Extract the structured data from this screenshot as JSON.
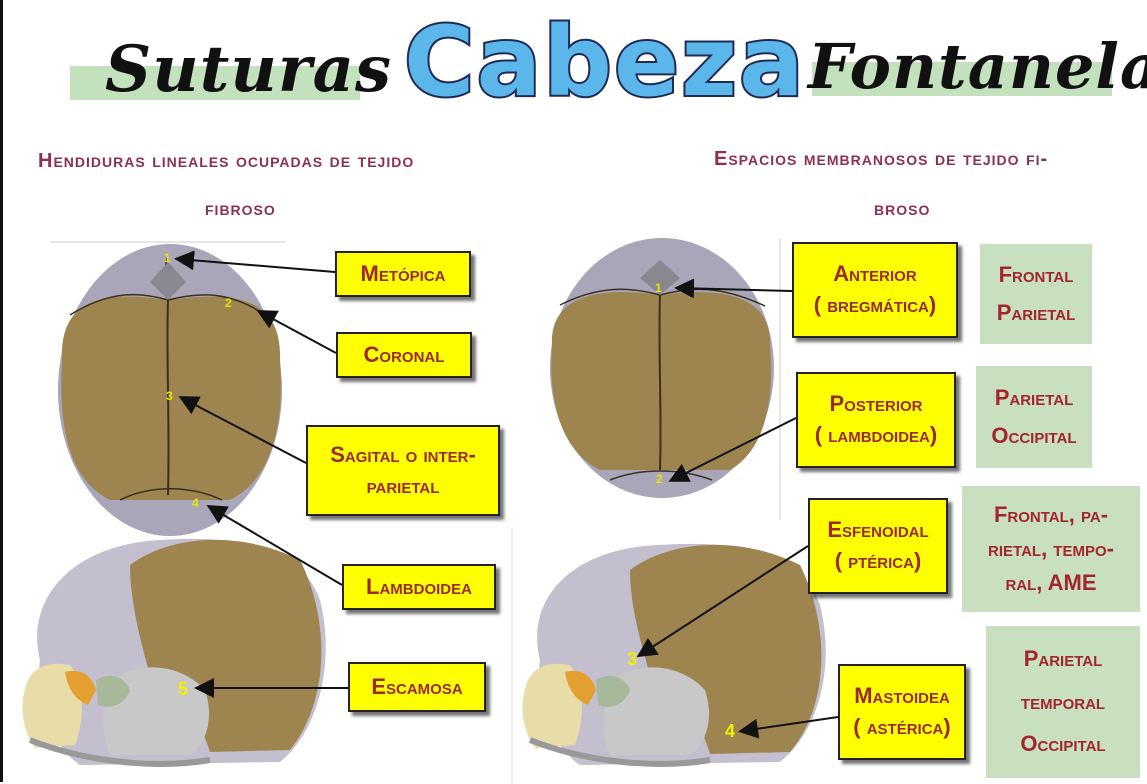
{
  "header": {
    "left_script": "Suturas",
    "main_title": "Cabeza",
    "right_script": "Fontanelas"
  },
  "subtitles": {
    "left": [
      "Hendiduras lineales ocupadas de tejido",
      "fibroso"
    ],
    "right": [
      "Espacios membranosos de tejido fi-",
      "broso"
    ]
  },
  "sutures": [
    {
      "number": "1",
      "label": "Metópica"
    },
    {
      "number": "2",
      "label": "Coronal"
    },
    {
      "number": "3",
      "label": "Sagital o inter-\nparietal"
    },
    {
      "number": "4",
      "label": "Lambdoidea"
    },
    {
      "number": "5",
      "label": "Escamosa"
    }
  ],
  "fontanelles": [
    {
      "number": "1",
      "label": "Anterior\n( bregmática)",
      "bones": "Frontal\nParietal"
    },
    {
      "number": "2",
      "label": "Posterior\n( lambdoidea)",
      "bones": "Parietal\nOccipital"
    },
    {
      "number": "3",
      "label": "Esfenoidal\n( ptérica)",
      "bones": "Frontal, pa-\nrietal, tempo-\nral, AME"
    },
    {
      "number": "4",
      "label": "Mastoidea\n( astérica)",
      "bones": "Parietal\ntemporal\nOccipital"
    }
  ],
  "colors": {
    "label_fill": "#ffff00",
    "label_text": "#9a2a30",
    "subtitle_text": "#8d2f4f",
    "title_blue": "#5bb6ea",
    "parietal_bone": "#9e8550",
    "frontal_bone": "#c3bfcf",
    "highlight_green": "#b8dcb2"
  }
}
